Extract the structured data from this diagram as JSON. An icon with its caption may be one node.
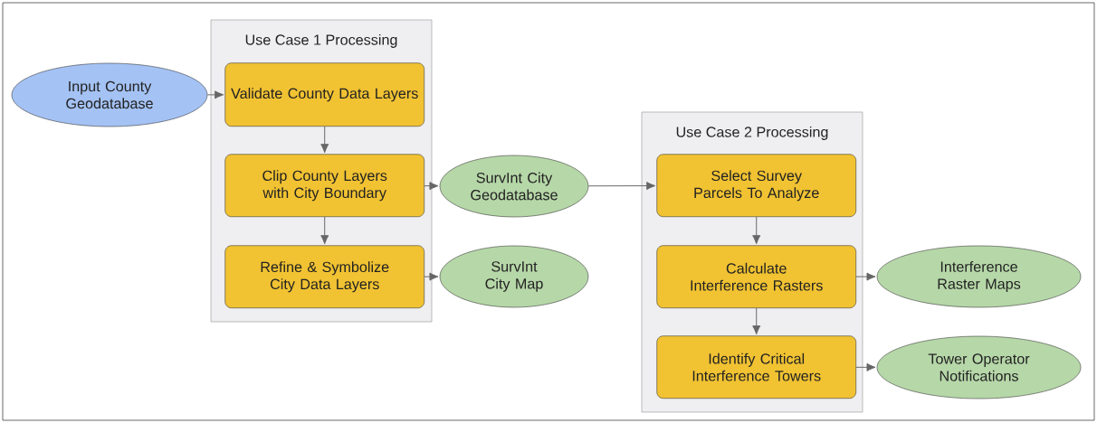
{
  "diagram": {
    "nodes": [
      {
        "text": [
          "Use Case 1 Processing"
        ]
      },
      {
        "text": [
          "Validate County Data Layers"
        ],
        "in": 0
      },
      {
        "text": [
          "Clip County Layers with City Boundary"
        ],
        "in": 0
      },
      {
        "text": [
          "Refine & Symbolize City Data Layers"
        ],
        "in": 0
      },
      {
        "text": [
          "Input County Geodatabase"
        ]
      },
      {
        "text": [
          "SurvInt City Geodatabase"
        ]
      },
      {
        "text": [
          "SurvInt City Map"
        ]
      },
      {
        "text": [
          "Use Case 2 Processing"
        ]
      },
      {
        "text": [
          "Select Survey Parcels To Analyze"
        ],
        "in": 7
      },
      {
        "text": [
          "Calculate Interference Rasters"
        ],
        "in": 7
      },
      {
        "text": [
          "Identify Critical Interference Towers"
        ],
        "in": 7
      },
      {
        "text": [
          "Interference Raster Maps"
        ]
      },
      {
        "text": [
          "Tower Operator Notifications"
        ]
      }
    ],
    "edges": [
      {
        "from": 4,
        "to": 1,
        "arrow": "to"
      },
      {
        "from": 1,
        "to": 2,
        "arrow": "to"
      },
      {
        "from": 2,
        "to": 3,
        "arrow": "to"
      },
      {
        "from": 2,
        "to": 5,
        "arrow": "to"
      },
      {
        "from": 3,
        "to": 6,
        "arrow": "to"
      },
      {
        "from": 5,
        "to": 8,
        "arrow": "to"
      },
      {
        "from": 8,
        "to": 9,
        "arrow": "to"
      },
      {
        "from": 9,
        "to": 10,
        "arrow": "to"
      },
      {
        "from": 9,
        "to": 11,
        "arrow": "to"
      },
      {
        "from": 10,
        "to": 12,
        "arrow": "to"
      }
    ]
  }
}
